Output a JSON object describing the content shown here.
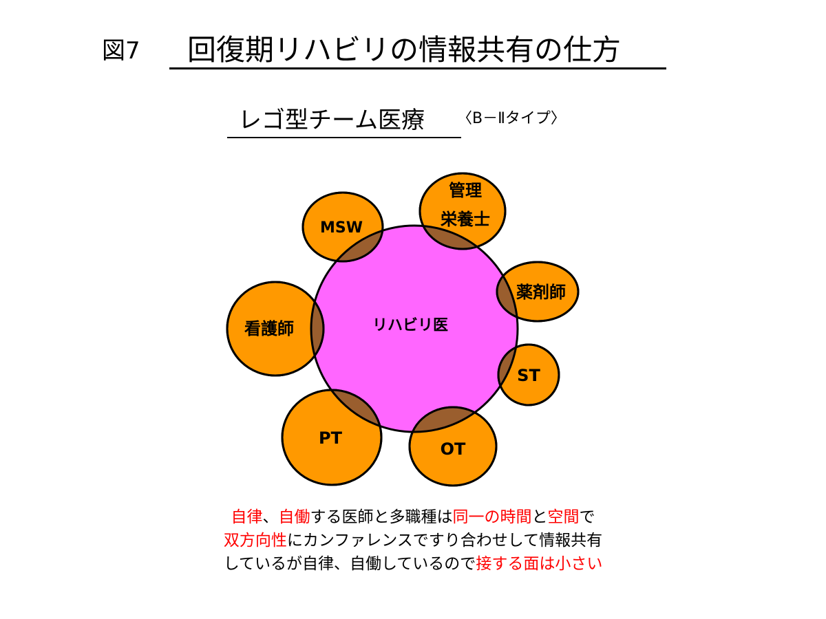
{
  "header": {
    "figure_label": "図7",
    "title": "回復期リハビリの情報共有の仕方"
  },
  "subtitle": {
    "main": "レゴ型チーム医療",
    "type": "〈B－Ⅱタイプ〉"
  },
  "diagram": {
    "center_label": "リハビリ医",
    "center_color": "#ff66ff",
    "node_color": "#ff9900",
    "overlap_color": "#9a5e2e",
    "nodes": [
      {
        "id": "msw",
        "lines": [
          "MSW"
        ]
      },
      {
        "id": "dietitian",
        "lines": [
          "管理",
          "栄養士"
        ]
      },
      {
        "id": "pharmacist",
        "lines": [
          "薬剤師"
        ]
      },
      {
        "id": "st",
        "lines": [
          "ST"
        ]
      },
      {
        "id": "ot",
        "lines": [
          "OT"
        ]
      },
      {
        "id": "pt",
        "lines": [
          "PT"
        ]
      },
      {
        "id": "nurse",
        "lines": [
          "看護師"
        ]
      }
    ]
  },
  "caption": {
    "line1": {
      "p1": "自律",
      "p2": "、",
      "p3": "自働",
      "p4": "する医師と多職種は",
      "p5": "同一の時間",
      "p6": "と",
      "p7": "空間",
      "p8": "で"
    },
    "line2": {
      "p1": "双方向性",
      "p2": "にカンファレンスですり合わせして情報共有"
    },
    "line3": {
      "p1": "しているが自律、自働しているので",
      "p2": "接する面は小さい"
    },
    "highlight_color": "#ff0000"
  }
}
